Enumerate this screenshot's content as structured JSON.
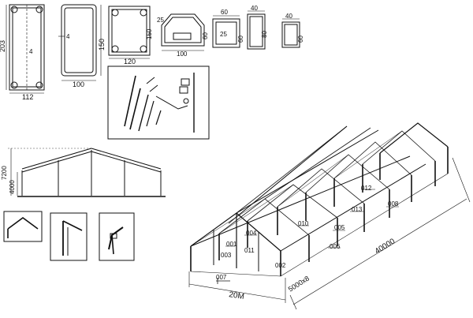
{
  "profiles": {
    "p1": {
      "height": "203",
      "width": "112",
      "wall": "4"
    },
    "p2": {
      "height": "150",
      "width": "100",
      "wall": "4"
    },
    "p3": {
      "height": "150",
      "width": "120"
    },
    "p4": {
      "left": "25",
      "height": "60",
      "width": "100"
    },
    "p5": {
      "top": "60",
      "height": "60",
      "inner": "25"
    },
    "p6": {
      "top": "40",
      "height": "80"
    },
    "p7": {
      "top": "40",
      "height": "60"
    }
  },
  "front_elevation": {
    "top_height": "7200",
    "side_height": "4000"
  },
  "plan": {
    "length": "40000",
    "width": "20M",
    "bay": "5000x8"
  },
  "parts": {
    "p001": "001",
    "p002": "002",
    "p003": "003",
    "p004": "004",
    "p005": "005",
    "p006": "006",
    "p007": "007",
    "p008": "008",
    "p010": "010",
    "p011": "011",
    "p012": "012",
    "p013": "013"
  }
}
